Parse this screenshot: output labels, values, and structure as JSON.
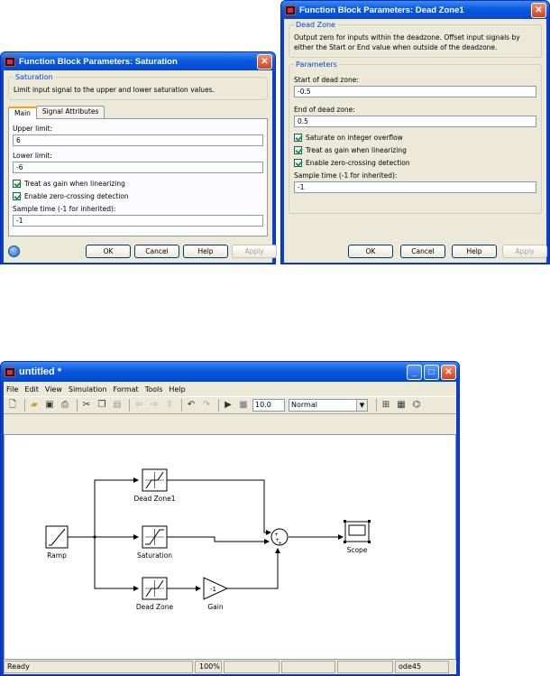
{
  "saturation_dialog": {
    "title": "Function Block Parameters: Saturation",
    "group_title": "Saturation",
    "description": "Limit input signal to the upper and lower saturation values.",
    "tabs": [
      "Main",
      "Signal Attributes"
    ],
    "upper_label": "Upper limit:",
    "upper_value": "6",
    "lower_label": "Lower limit:",
    "lower_value": "-6",
    "chk_linearize": "Treat as gain when linearizing",
    "chk_zero_crossing": "Enable zero-crossing detection",
    "sample_label": "Sample time (-1 for inherited):",
    "sample_value": "-1",
    "btn_ok": "OK",
    "btn_cancel": "Cancel",
    "btn_help": "Help",
    "btn_apply": "Apply"
  },
  "deadzone_dialog": {
    "title": "Function Block Parameters: Dead Zone1",
    "group_title": "Dead Zone",
    "description": "Output zero for inputs within the deadzone.  Offset input signals by either the Start or End value when outside of the deadzone.",
    "params_title": "Parameters",
    "start_label": "Start of dead zone:",
    "start_value": "-0.5",
    "end_label": "End of dead zone:",
    "end_value": "0.5",
    "chk_saturate": "Saturate on integer overflow",
    "chk_linearize": "Treat as gain when linearizing",
    "chk_zero_crossing": "Enable zero-crossing detection",
    "sample_label": "Sample time (-1 for inherited):",
    "sample_value": "-1",
    "btn_ok": "OK",
    "btn_cancel": "Cancel",
    "btn_help": "Help",
    "btn_apply": "Apply"
  },
  "model_window": {
    "title": "untitled *",
    "menu": [
      "File",
      "Edit",
      "View",
      "Simulation",
      "Format",
      "Tools",
      "Help"
    ],
    "stop_time": "10.0",
    "sim_mode": "Normal",
    "blocks": {
      "dead_zone1": "Dead Zone1",
      "saturation": "Saturation",
      "dead_zone": "Dead Zone",
      "ramp": "Ramp",
      "gain": "Gain",
      "gain_value": "-1",
      "scope": "Scope"
    },
    "status": {
      "state": "Ready",
      "zoom": "100%",
      "solver": "ode45"
    }
  }
}
